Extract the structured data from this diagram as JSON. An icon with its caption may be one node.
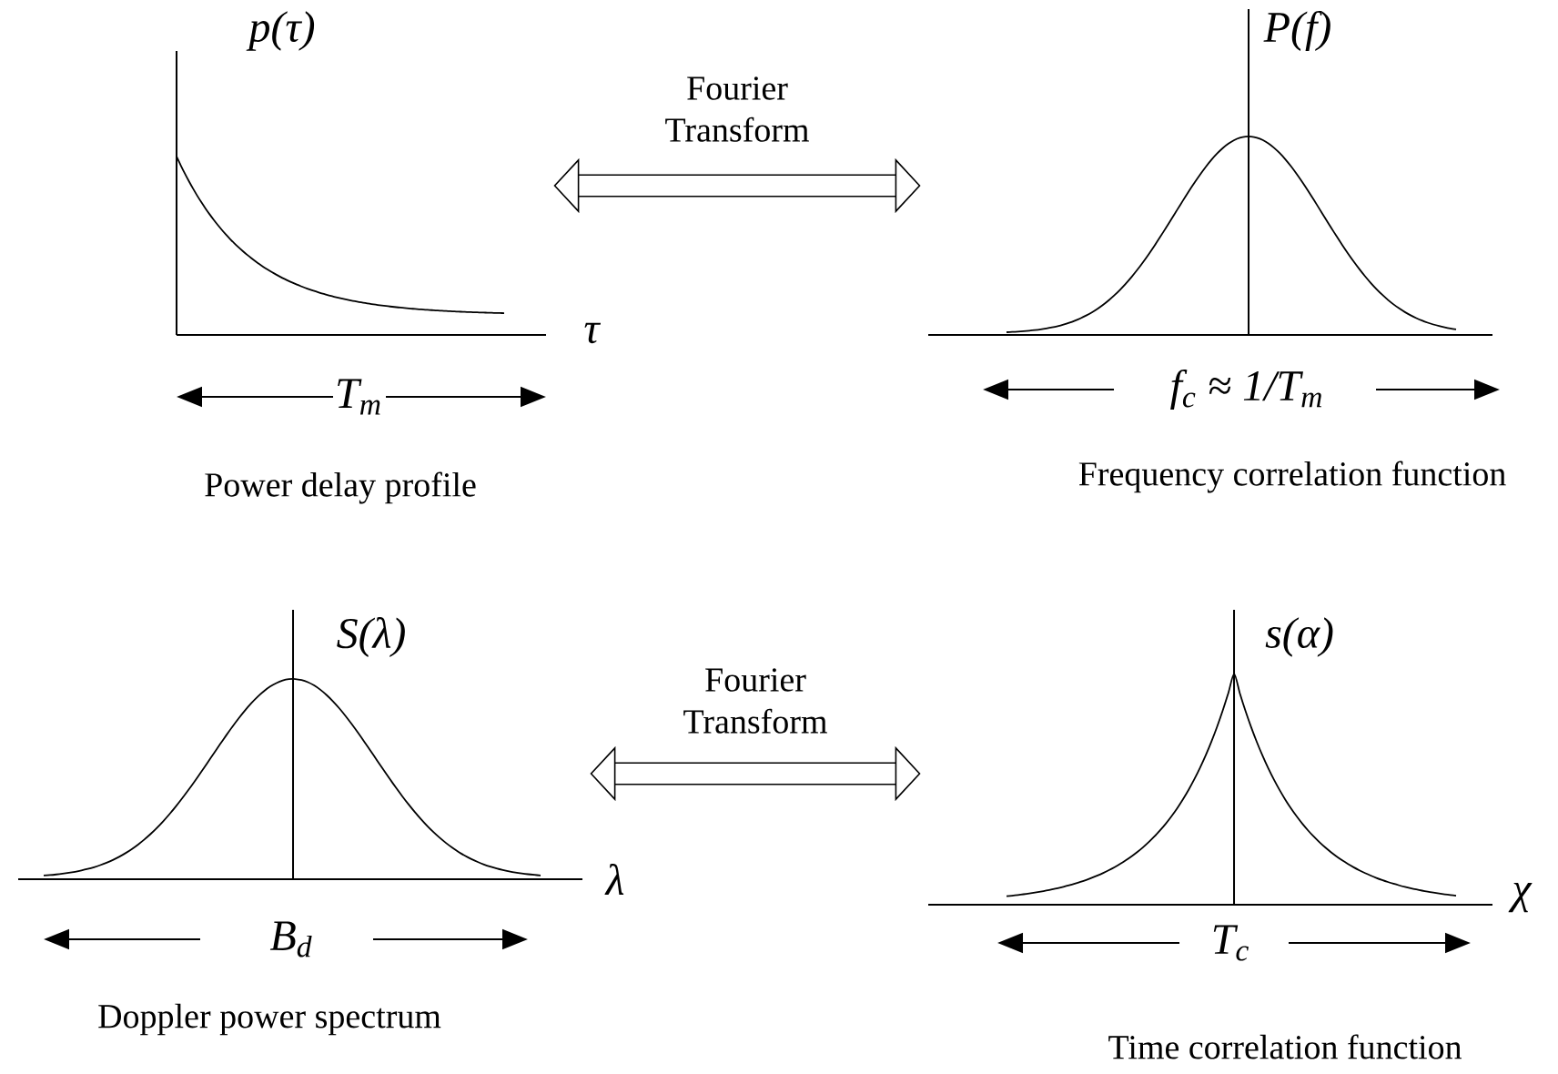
{
  "diagram": {
    "nodes": [
      {
        "text": [],
        "shape": "picture",
        "beside": [
          "Power delay profile"
        ]
      },
      {
        "text": [],
        "shape": "picture",
        "beside": [
          "Frequency correlation function"
        ]
      },
      {
        "text": [],
        "shape": "picture",
        "beside": [
          "Doppler power spectrum"
        ]
      },
      {
        "text": [],
        "shape": "picture",
        "beside": [
          "Time correlation function"
        ]
      }
    ],
    "edges": [
      {
        "from": 0,
        "to": 1,
        "arrow": "both",
        "label": "Fourier Transform"
      },
      {
        "from": 2,
        "to": 3,
        "arrow": "both",
        "label": "Fourier Transform"
      }
    ],
    "labels": [
      "p(τ)",
      "P(f)",
      "τ",
      "T$_{m}$",
      "f$_{c}$ ≈ 1/T$_{m}$",
      "S(λ)",
      "s(α)",
      "λ",
      "χ",
      "B$_{d}$",
      "T$_{c}$"
    ]
  }
}
